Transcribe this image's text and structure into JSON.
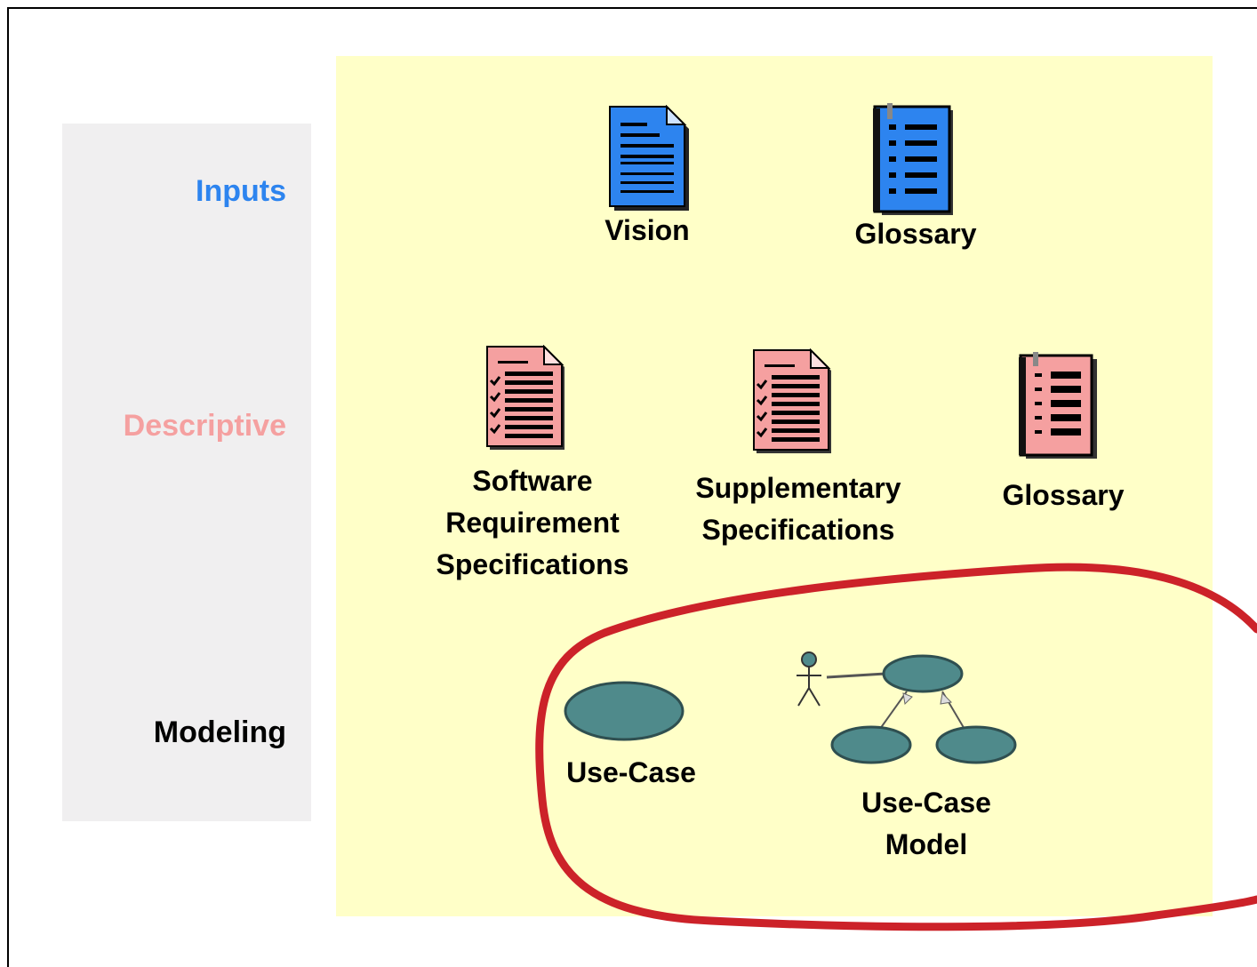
{
  "categories": {
    "inputs": {
      "label": "Inputs",
      "color": "#2d84ef"
    },
    "descriptive": {
      "label": "Descriptive",
      "color": "#f5a0a0"
    },
    "modeling": {
      "label": "Modeling",
      "color": "#000000"
    }
  },
  "artifacts": {
    "vision": {
      "label": "Vision",
      "icon": "document-icon"
    },
    "glossary_input": {
      "label": "Glossary",
      "icon": "glossary-book-icon"
    },
    "srs": {
      "label": "Software\nRequirement\nSpecifications",
      "icon": "requirements-document-icon"
    },
    "supplementary": {
      "label": "Supplementary\nSpecifications",
      "icon": "requirements-document-icon"
    },
    "glossary_descriptive": {
      "label": "Glossary",
      "icon": "glossary-book-icon"
    },
    "use_case": {
      "label": "Use-Case",
      "icon": "use-case-ellipse-icon"
    },
    "use_case_model": {
      "label": "Use-Case\nModel",
      "icon": "use-case-model-icon"
    }
  },
  "colors": {
    "panel_background": "#ffffc8",
    "label_panel_background": "#f0eff0",
    "input_icon_fill": "#2d84ef",
    "descriptive_icon_fill": "#f5a0a0",
    "use_case_fill": "#4f8a8b",
    "highlight_stroke": "#cc2229"
  }
}
